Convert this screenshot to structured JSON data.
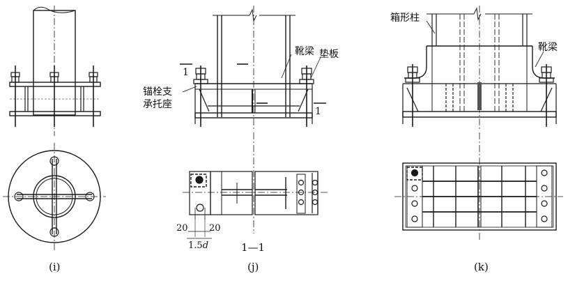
{
  "figure_i": {
    "caption": "(i)"
  },
  "figure_j": {
    "caption": "(j)",
    "section_label": "1—1",
    "label_boot_beam": "靴梁",
    "label_pad_plate": "垫板",
    "label_anchor_support_line1": "锚栓支",
    "label_anchor_support_line2": "承托座",
    "section_mark_left": "1",
    "section_mark_right": "1",
    "dim_left": "20",
    "dim_right": "20",
    "dim_bottom_prefix": "1.5",
    "dim_bottom_var": "d"
  },
  "figure_k": {
    "caption": "(k)",
    "label_box_column": "箱形柱",
    "label_boot_beam": "靴梁"
  },
  "colors": {
    "line": "#1a1a1a",
    "hatch": "#555555"
  }
}
